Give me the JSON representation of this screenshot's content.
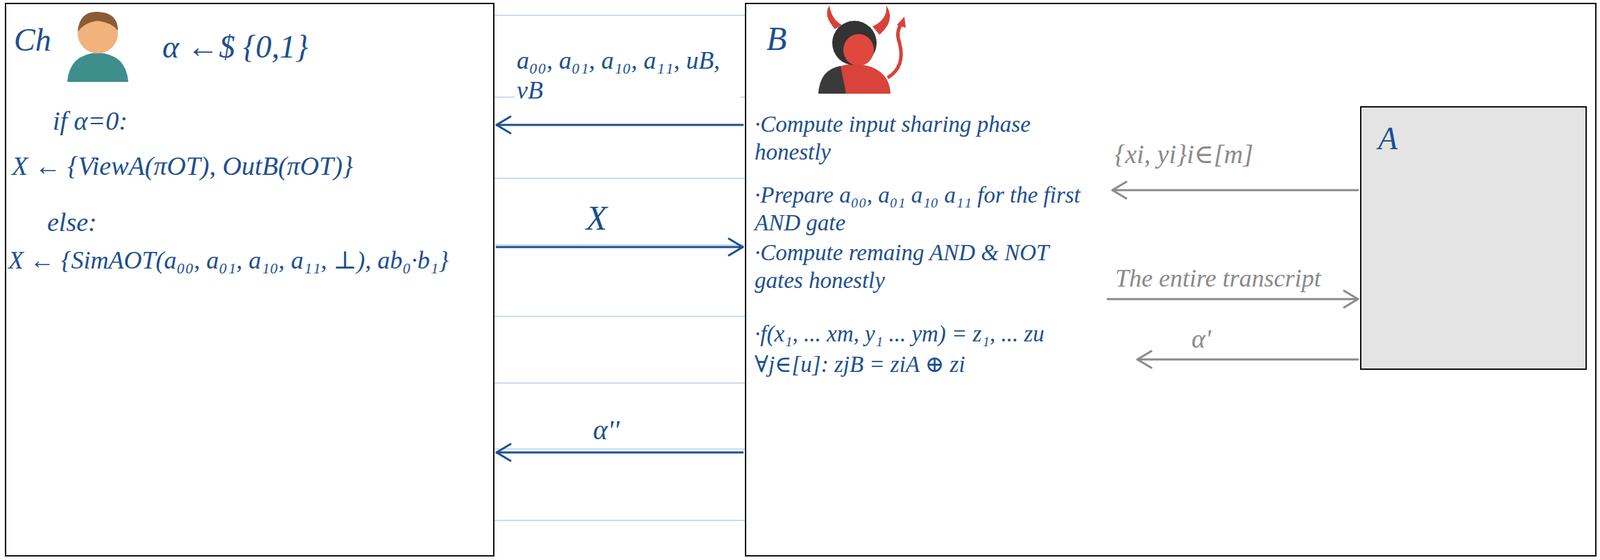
{
  "diagram": {
    "nodes": [
      {
        "text": [
          "Ch",
          "α ←$ {0,1}",
          "if α=0:",
          "X ← {ViewA(πOT), OutB(πOT)}",
          "else:",
          "X ← {SimAOT(a₀₀, a₀₁, a₁₀, a₁₁, ⊥), ab₀·b₁}"
        ]
      },
      {
        "text": [
          "B",
          "·Compute input sharing phase honestly",
          "·Prepare a₀₀, a₀₁ a₁₀ a₁₁ for the first AND gate",
          "·Compute remaing AND & NOT gates honestly",
          "·f(x₁, ... xm, y₁ ... ym) = z₁, ... zu",
          "∀j∈[u]: zjB = ziA ⊕ zi"
        ]
      },
      {
        "text": [
          "A"
        ],
        "in": 1
      }
    ],
    "edges": [
      {
        "from": 1,
        "to": 0,
        "arrow": "to",
        "label": "a₀₀, a₀₁, a₁₀, a₁₁, uB, vB"
      },
      {
        "from": 0,
        "to": 1,
        "arrow": "to",
        "label": "X"
      },
      {
        "from": 1,
        "to": 0,
        "arrow": "to",
        "label": "α''"
      },
      {
        "from": 2,
        "to": 1,
        "arrow": "to",
        "label": "{xi, yi}i∈[m]"
      },
      {
        "from": 1,
        "to": 2,
        "arrow": "to",
        "label": "The entire transcript"
      },
      {
        "from": 2,
        "to": 1,
        "arrow": "to",
        "label": "α'"
      }
    ]
  }
}
